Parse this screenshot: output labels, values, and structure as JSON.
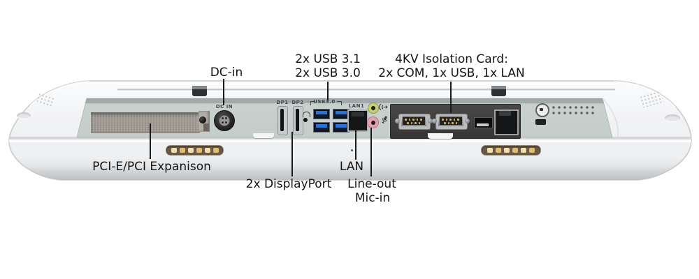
{
  "figure": {
    "description": "Rear I/O view of a white medical panel PC with annotated ports"
  },
  "callouts": {
    "dc_in": "DC-in",
    "usb_line1": "2x USB 3.1",
    "usb_line2": "2x USB 3.0",
    "isolation_line1": "4KV Isolation Card:",
    "isolation_line2": "2x COM, 1x USB, 1x LAN",
    "pci": "PCI-E/PCI Expanison",
    "displayport": "2x DisplayPort",
    "lan": "LAN",
    "line_out": "Line-out",
    "mic_in": "Mic-in"
  },
  "silkscreen": {
    "dc_in": "DC IN",
    "dp1": "DP1",
    "dp2": "DP2",
    "usb": "USB3.0",
    "lan": "LAN1"
  },
  "colors": {
    "usb_port_blue": "#2b72d8",
    "line_out_green": "#c6d06e",
    "mic_in_pink": "#e5a2ad",
    "isolation_card_black": "#3f3d3b",
    "led_amber": "#dfbd74",
    "chassis_white": "#f1f2f4",
    "recess_gray": "#c7cfcb",
    "leader_line": "#1a1a1a"
  }
}
